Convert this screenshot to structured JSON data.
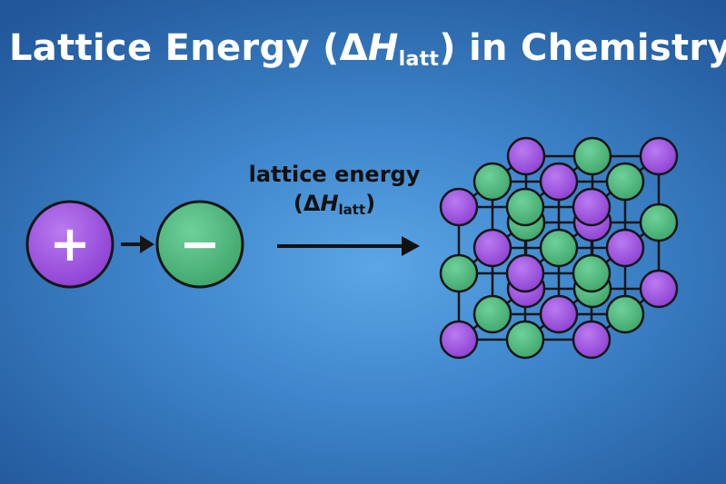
{
  "title": {
    "prefix": "Lattice Energy (Δ",
    "symbol": "H",
    "subscript": "latt",
    "suffix": ") in Chemistry"
  },
  "diagram": {
    "arrow_label": {
      "line1": "lattice energy",
      "line2_prefix": "(Δ",
      "symbol": "H",
      "subscript": "latt",
      "line2_suffix": ")"
    },
    "cation_sign": "+",
    "anion_sign": "−",
    "colors": {
      "cation": "#9f54e0",
      "anion": "#4fba7c",
      "outline": "#161616",
      "bond": "#161616",
      "text": "#ffffff"
    }
  }
}
